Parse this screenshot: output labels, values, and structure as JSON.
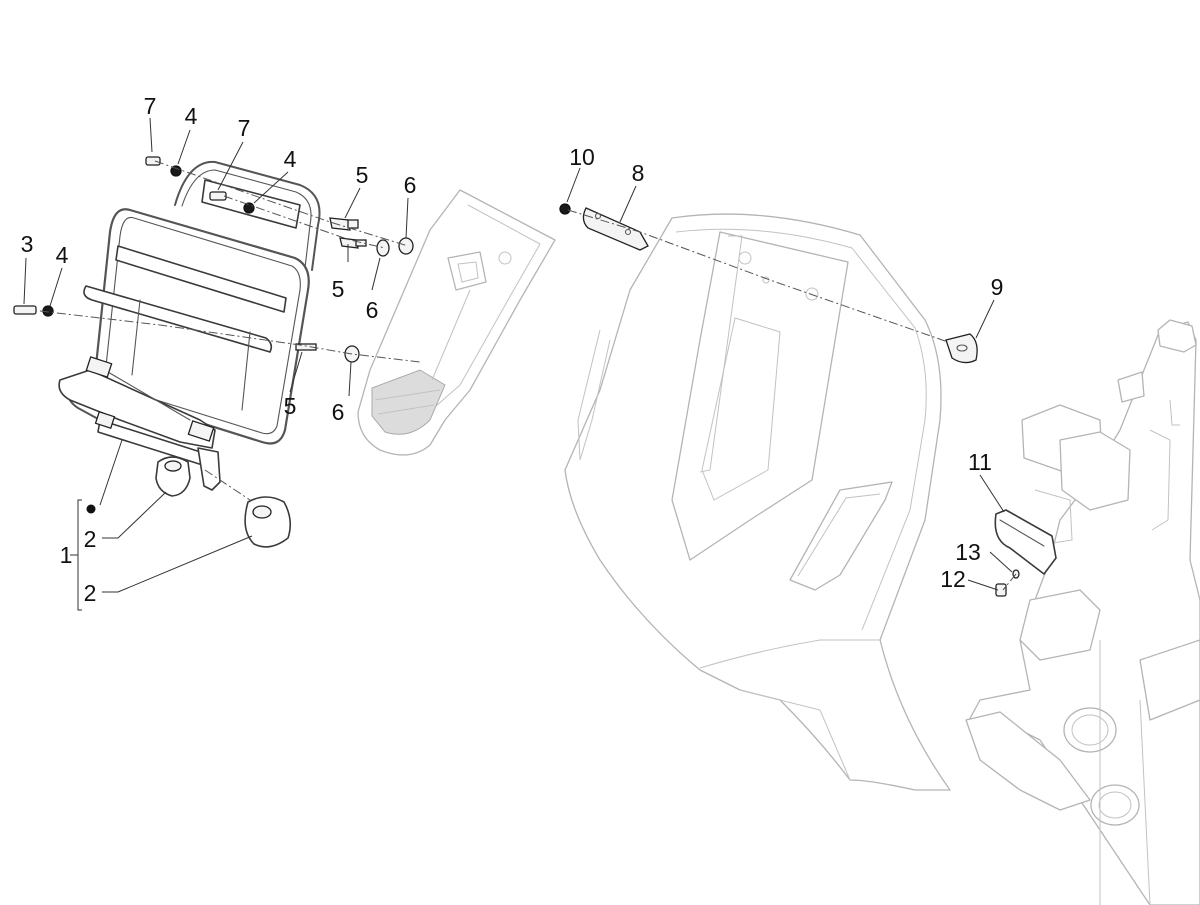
{
  "callouts": {
    "c1": "1",
    "c2a": "2",
    "c2b": "2",
    "c3": "3",
    "c4a": "4",
    "c4b": "4",
    "c4c": "4",
    "c5a": "5",
    "c5b": "5",
    "c5c": "5",
    "c6a": "6",
    "c6b": "6",
    "c6c": "6",
    "c7a": "7",
    "c7b": "7",
    "c8": "8",
    "c9": "9",
    "c10": "10",
    "c11": "11",
    "c12": "12",
    "c13": "13"
  },
  "parts": [
    {
      "id": "front-luggage-rack",
      "icon": "rack-icon"
    },
    {
      "id": "leg-shield-center-cover",
      "icon": "cover-icon"
    },
    {
      "id": "front-shield",
      "icon": "shield-icon"
    },
    {
      "id": "frame",
      "icon": "frame-icon"
    },
    {
      "id": "hardware",
      "icon": "screw-icon"
    }
  ],
  "colors": {
    "line": "#3a3a3a",
    "ghost": "#b4b4b4",
    "text": "#111111"
  }
}
